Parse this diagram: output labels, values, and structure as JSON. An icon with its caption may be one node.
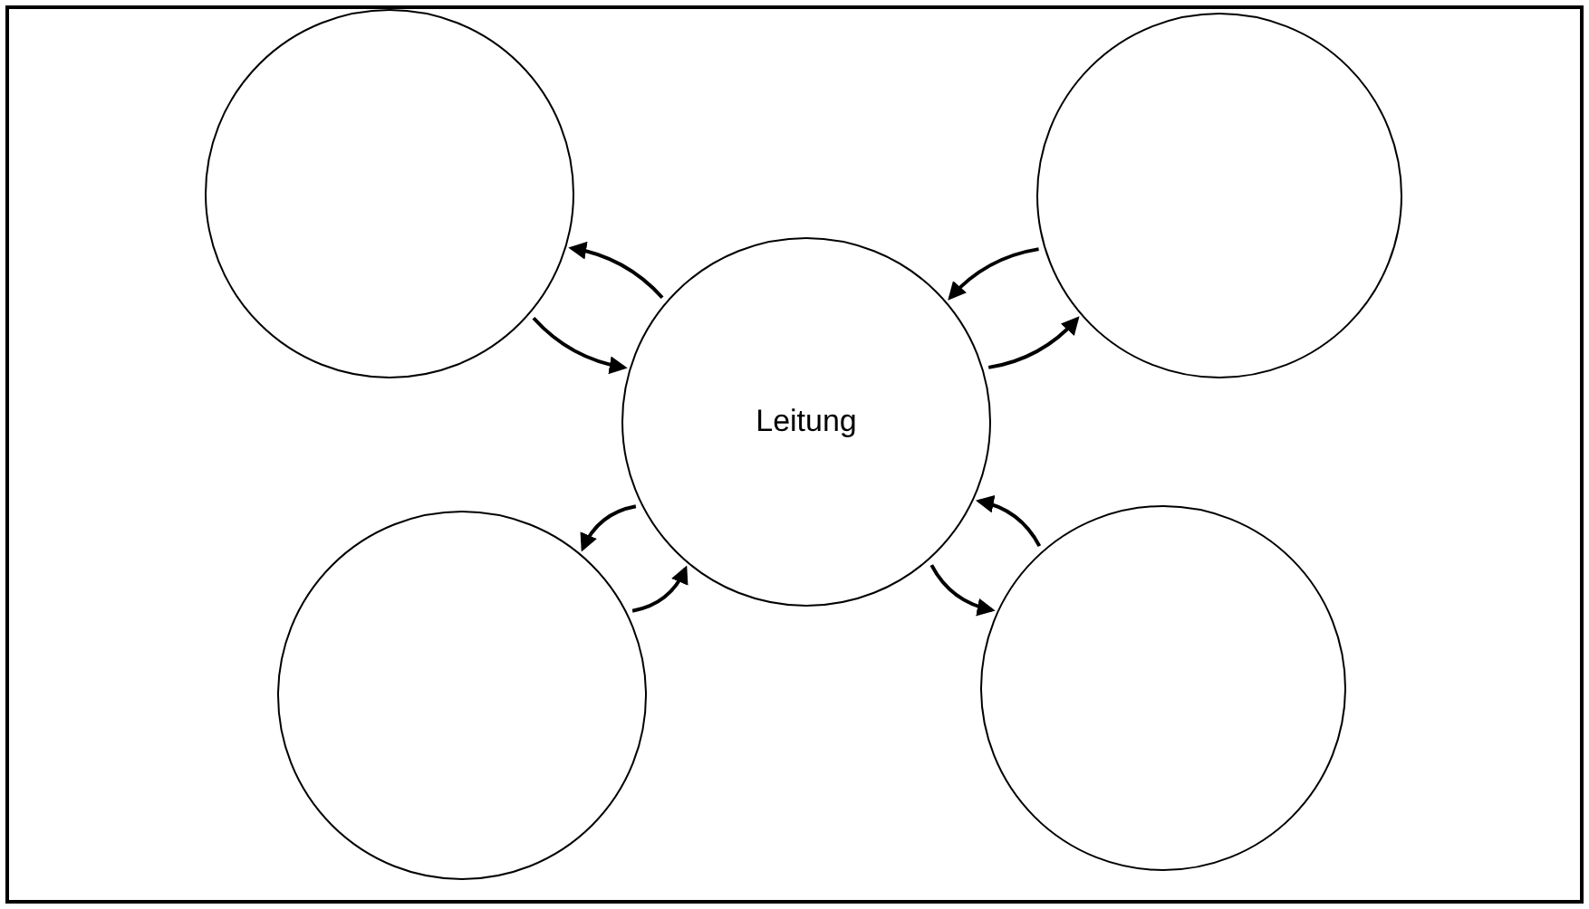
{
  "diagram": {
    "nodes": [
      {
        "text": [
          "Leitung"
        ]
      },
      {
        "text": [],
        "shape": "circle"
      },
      {
        "text": [],
        "shape": "circle"
      },
      {
        "text": [],
        "shape": "circle"
      },
      {
        "text": [],
        "shape": "circle"
      }
    ],
    "edges": [
      {
        "from": 0,
        "to": 1,
        "arrow": "to"
      },
      {
        "from": 1,
        "to": 0,
        "arrow": "to"
      },
      {
        "from": 0,
        "to": 2,
        "arrow": "to"
      },
      {
        "from": 2,
        "to": 0,
        "arrow": "to"
      },
      {
        "from": 0,
        "to": 3,
        "arrow": "to"
      },
      {
        "from": 3,
        "to": 0,
        "arrow": "to"
      },
      {
        "from": 0,
        "to": 4,
        "arrow": "to"
      },
      {
        "from": 4,
        "to": 0,
        "arrow": "to"
      }
    ]
  }
}
